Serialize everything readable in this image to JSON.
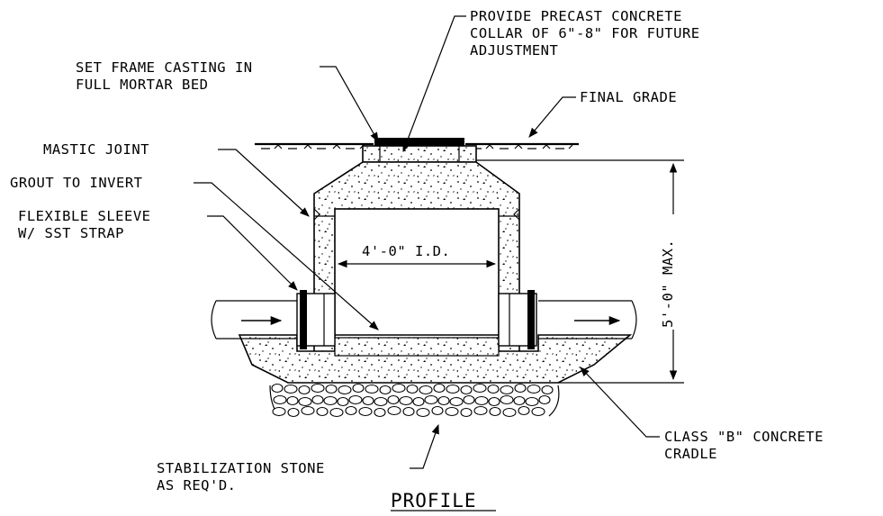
{
  "title": "PROFILE",
  "labels": {
    "collar_1": "PROVIDE PRECAST CONCRETE",
    "collar_2": "COLLAR OF 6\"-8\" FOR FUTURE",
    "collar_3": "ADJUSTMENT",
    "frame_1": "SET FRAME CASTING IN",
    "frame_2": "FULL MORTAR BED",
    "final_grade": "FINAL GRADE",
    "mastic": "MASTIC JOINT",
    "grout": "GROUT TO INVERT",
    "sleeve_1": "FLEXIBLE SLEEVE",
    "sleeve_2": "W/ SST STRAP",
    "inner_dim": "4'-0\" I.D.",
    "height_dim": "5'-0\" MAX.",
    "cradle_1": "CLASS \"B\" CONCRETE",
    "cradle_2": "CRADLE",
    "stone_1": "STABILIZATION STONE",
    "stone_2": "AS REQ'D."
  }
}
